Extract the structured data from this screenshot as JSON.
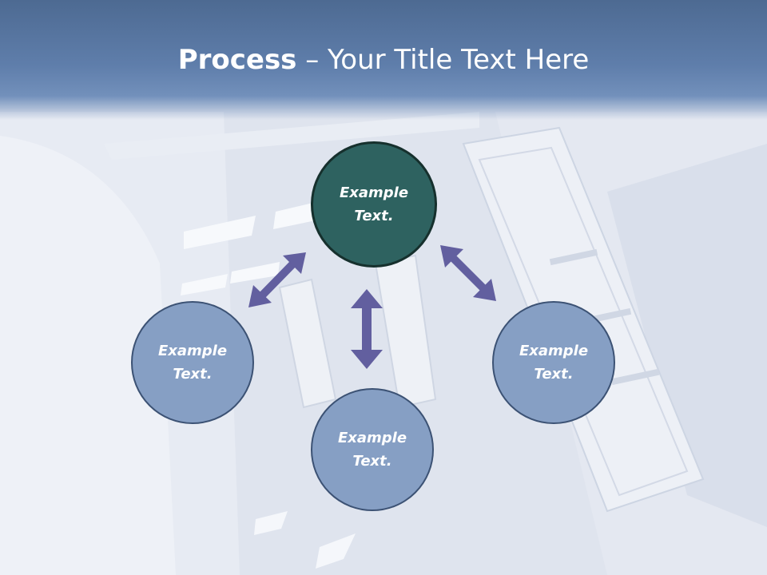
{
  "title": {
    "bold": "Process",
    "rest": " – Your Title Text Here"
  },
  "nodes": {
    "top": "Example Text.",
    "left": "Example Text.",
    "right": "Example Text.",
    "bottom": "Example Text."
  },
  "colors": {
    "title_band": "#5f7eab",
    "center_node": "#2e6260",
    "outer_node": "#869fc4",
    "arrow": "#625f9f"
  }
}
